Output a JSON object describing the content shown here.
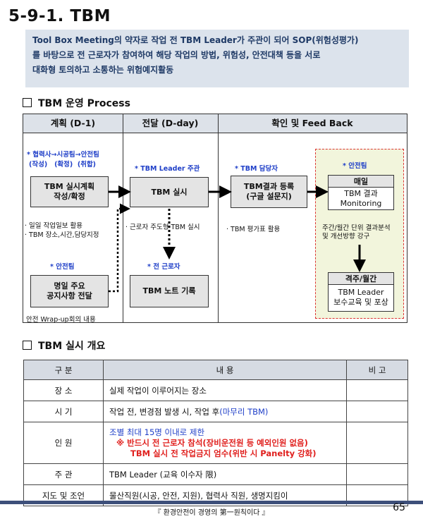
{
  "title": "5-9-1. TBM",
  "intro": {
    "line1": "Tool Box Meeting의 약자로 작업 전 TBM Leader가 주관이 되어 SOP(위험성평가)",
    "line2": "를 바탕으로 전 근로자가 참여하여 해당 작업의 방법, 위험성, 안전대책 등을 서로",
    "line3": "대화형 토의하고 소통하는 위험예지활동"
  },
  "process": {
    "heading": "TBM 운영 Process",
    "columns": [
      "계획 (D-1)",
      "전달 (D-day)",
      "확인 및 Feed Back"
    ],
    "plan": {
      "label_line1": "* 협력사→시공팀→안전팀",
      "label_line2": "(작성)   (확정)  (취합)",
      "box_line1": "TBM 실시계획",
      "box_line2": "작성/확정",
      "note1": "· 일일 작업일보 활용",
      "note2": "· TBM 장소,시간,담당지정",
      "safety_label": "* 안전팀",
      "box2_line1": "명일 주요",
      "box2_line2": "공지사항 전달",
      "bottom_note": "안전 Wrap-up회의 내용"
    },
    "deliver": {
      "label": "* TBM Leader 주관",
      "box": "TBM 실시",
      "note": "· 근로자 주도형 TBM 실시",
      "all_label": "* 전 근로자",
      "box2": "TBM 노트 기록"
    },
    "confirm": {
      "label": "* TBM 담당자",
      "box_line1": "TBM결과 등록",
      "box_line2": "(구글 설문지)",
      "note": "· TBM 평가표 활용"
    },
    "safety_team": {
      "label": "* 안전팀",
      "daily_head": "매일",
      "daily_line1": "TBM 결과",
      "daily_line2": "Monitoring",
      "note_line1": "주간/월간 단위 결과분석",
      "note_line2": "및 개선방향 강구",
      "periodic_head": "격주/월간",
      "periodic_line1": "TBM Leader",
      "periodic_line2": "보수교육 및 포상"
    }
  },
  "overview": {
    "heading": "TBM 실시 개요",
    "headers": [
      "구 분",
      "내 용",
      "비 고"
    ],
    "rows": {
      "place": {
        "label": "장 소",
        "content": "실제 작업이 이루어지는 장소"
      },
      "time": {
        "label": "시 기",
        "content": "작업 전, 변경점 발생 시, 작업 후",
        "content_blue": "(마무리 TBM)"
      },
      "people": {
        "label": "인 원",
        "line1": "조별 최대 15명 이내로 제한",
        "line2": "※ 반드시 전 근로자 참석(장비운전원 등 예외인원 없음)",
        "line3": "TBM 실시 전 작업금지 엄수(위반 시 Panelty 강화)"
      },
      "host": {
        "label": "주 관",
        "content": "TBM Leader (교육 이수자 限)"
      },
      "guide": {
        "label": "지도 및 조언",
        "content": "물산직원(시공, 안전, 지원), 협력사 직원, 생명지킴이"
      }
    }
  },
  "footer": {
    "slogan": "『 환경안전이 경영의 第一원칙이다 』",
    "page": "65"
  },
  "colors": {
    "blue_text": "#1f3fc8",
    "red_text": "#e0201e",
    "intro_bg": "#dce3ec",
    "footer_bar": "#3d4f7a"
  }
}
